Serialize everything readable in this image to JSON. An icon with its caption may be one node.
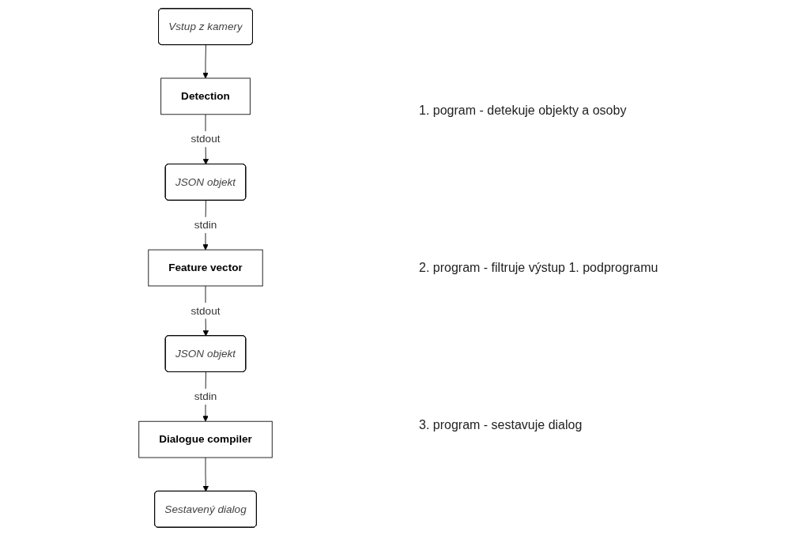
{
  "diagram": {
    "nodes": [
      {
        "text": [
          "Vstup z kamery"
        ]
      },
      {
        "text": [
          "Detection"
        ]
      },
      {
        "text": [
          "JSON objekt"
        ]
      },
      {
        "text": [
          "Feature vector"
        ]
      },
      {
        "text": [
          "JSON objekt"
        ]
      },
      {
        "text": [
          "Dialogue compiler"
        ]
      },
      {
        "text": [
          "Sestavený dialog"
        ]
      }
    ],
    "edges": [
      {
        "from": 0,
        "to": 1,
        "arrow": "to"
      },
      {
        "from": 1,
        "to": 2,
        "label": "stdout",
        "arrow": "to"
      },
      {
        "from": 2,
        "to": 3,
        "label": "stdin",
        "arrow": "to"
      },
      {
        "from": 3,
        "to": 4,
        "label": "stdout",
        "arrow": "to"
      },
      {
        "from": 4,
        "to": 5,
        "label": "stdin",
        "arrow": "to"
      },
      {
        "from": 5,
        "to": 6,
        "arrow": "to"
      }
    ],
    "labels": [
      "1. pogram - detekuje objekty a osoby",
      "2. program - filtruje výstup 1. podprogramu",
      "3. program - sestavuje dialog"
    ]
  }
}
